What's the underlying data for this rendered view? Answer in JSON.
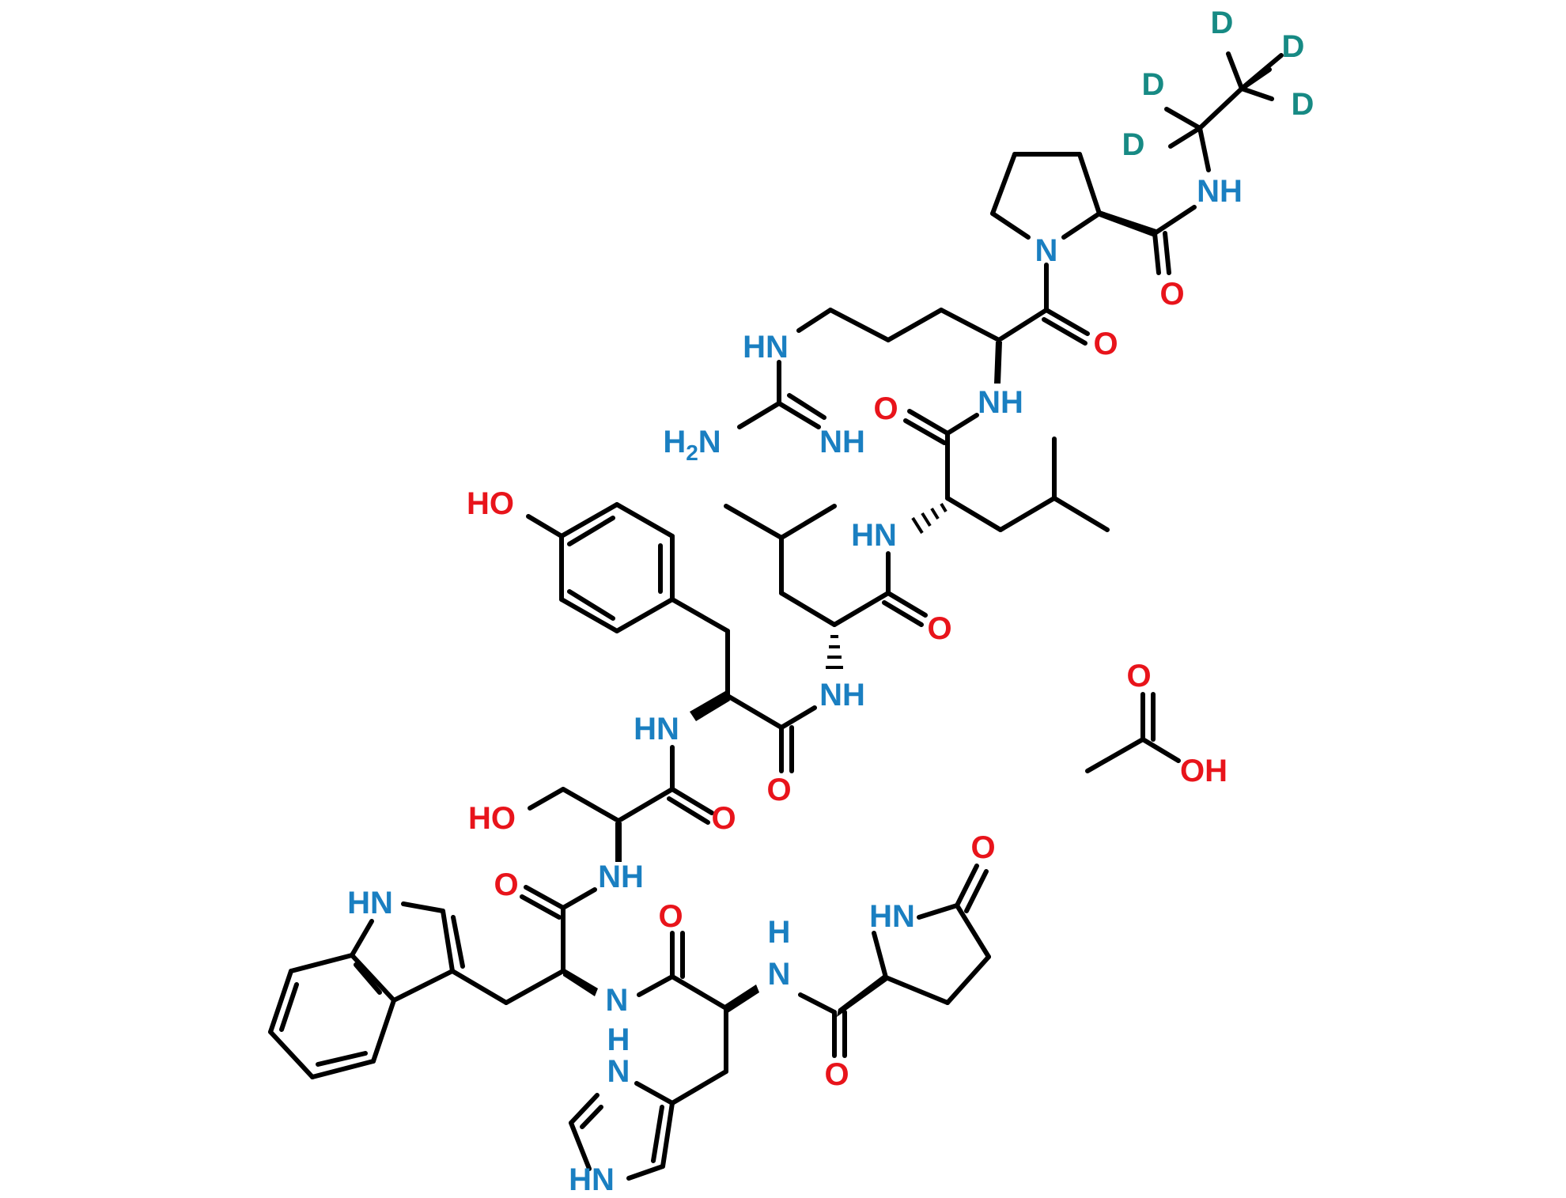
{
  "diagram": {
    "colors": {
      "bond": "#000000",
      "nitrogen": "#1a7fc1",
      "oxygen": "#e8141b",
      "deuterium": "#178a84"
    },
    "deuterium_labels": [
      "D",
      "D",
      "D",
      "D",
      "D"
    ],
    "nitrogen_labels": {
      "pro_n": "N",
      "nh_ethyl": "NH",
      "hn_guan": "HN",
      "nh_guan": "NH",
      "h2n_guan": "H",
      "h2n_sub": "2",
      "h2n_n": "N",
      "nh_arg": "NH",
      "hn_leu1": "HN",
      "nh_leu2": "NH",
      "hn_tyr": "HN",
      "nh_ser": "NH",
      "hn_indole": "HN",
      "n_trp": "N",
      "h_his_top": "H",
      "n_his": "N",
      "h_imid": "H",
      "n_imid": "N",
      "hn_imid": "HN",
      "hn_pyro": "HN"
    },
    "oxygen_labels": {
      "o_pro": "O",
      "o_arg": "O",
      "o_leu1": "O",
      "ho_tyr": "HO",
      "o_leu2": "O",
      "o_tyr": "O",
      "o_acetic": "O",
      "oh_acetic": "OH",
      "ho_ser": "HO",
      "o_ser": "O",
      "o_trp": "O",
      "o_his": "O",
      "o_pyro_ring": "O",
      "o_pyro_c": "O"
    }
  }
}
